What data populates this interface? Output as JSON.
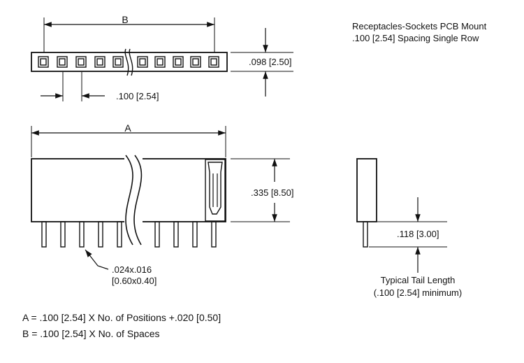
{
  "title": {
    "line1": "Receptacles-Sockets PCB Mount",
    "line2": ".100 [2.54] Spacing Single Row"
  },
  "top_view": {
    "dim_b_label": "B",
    "pitch_label": ".100 [2.54]",
    "height_label": ".098 [2.50]"
  },
  "front_view": {
    "dim_a_label": "A",
    "body_height_label": ".335 [8.50]",
    "pin_label_line1": ".024x.016",
    "pin_label_line2": "[0.60x0.40]"
  },
  "side_view": {
    "tail_label": ".118 [3.00]",
    "tail_note_line1": "Typical  Tail  Length",
    "tail_note_line2": "(.100 [2.54] minimum)"
  },
  "formulas": {
    "a": "A = .100 [2.54] X No. of Positions +.020 [0.50]",
    "b": "B = .100 [2.54] X No. of Spaces"
  }
}
